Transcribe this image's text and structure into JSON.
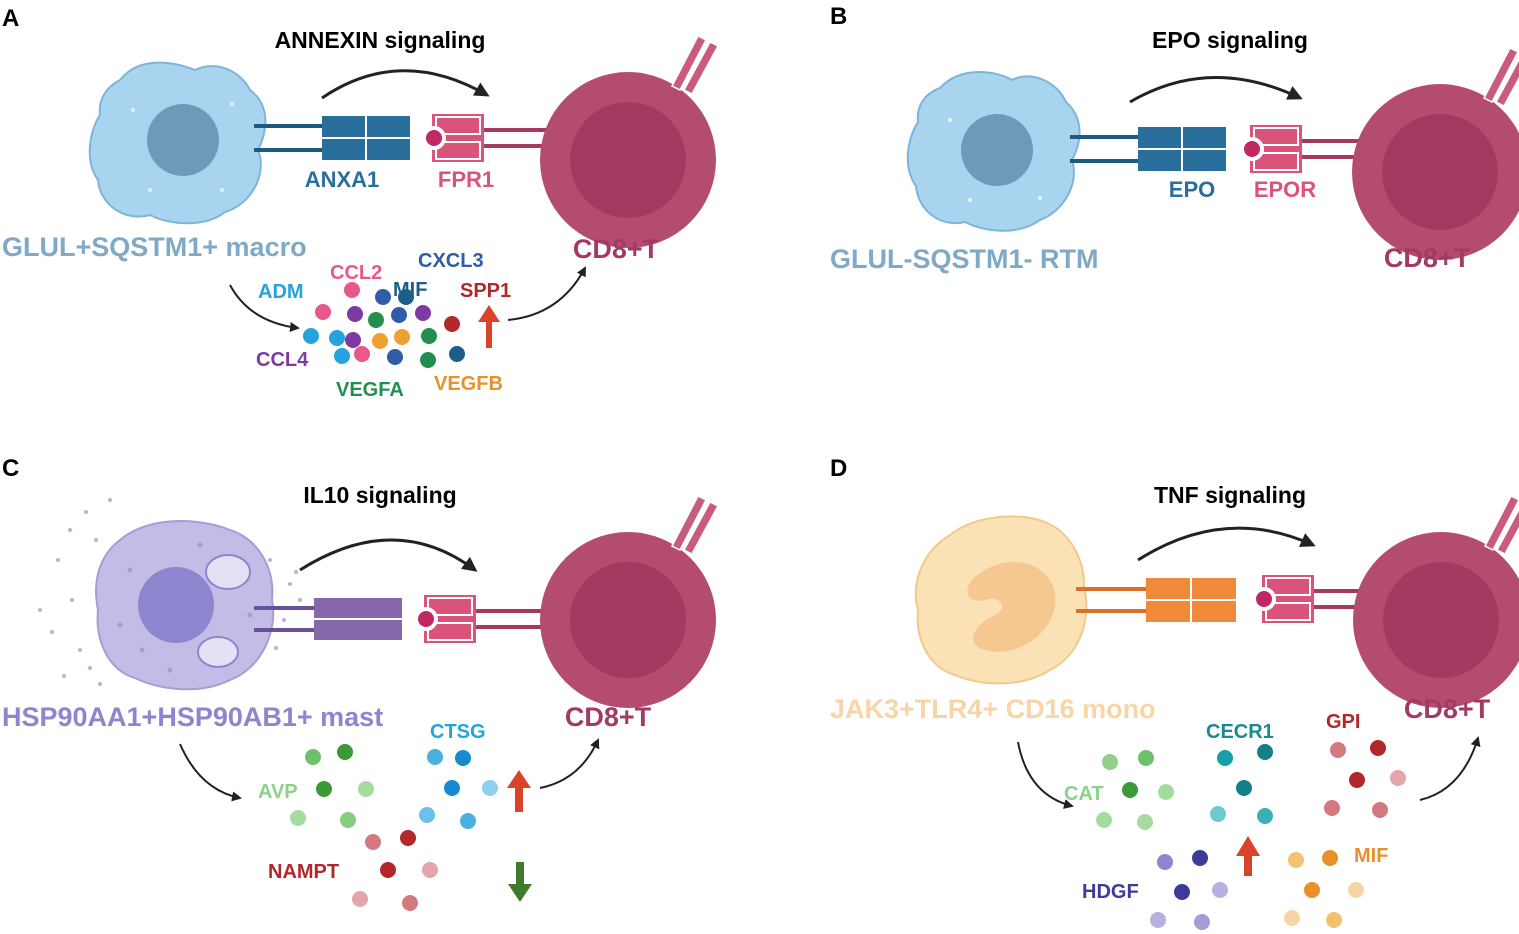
{
  "colors": {
    "macro": "#a9d4ef",
    "macro_nucleus": "#6c9ab8",
    "anxa": "#2a6f9b",
    "fpr": "#d9537a",
    "tcell": "#b34c6e",
    "tcell_inner": "#a33a62",
    "mast": "#c2bce6",
    "mast_nucleus": "#8c86cf",
    "mast_ligand": "#8667aa",
    "mono": "#fbe2b6",
    "mono_nucleus": "#f5c892",
    "tnf": "#ef8a3a",
    "up_arrow": "#d9432a",
    "down_arrow": "#3d7c2a"
  },
  "panels": {
    "a": {
      "letter": "A",
      "title": "ANNEXIN signaling",
      "sender": "GLUL+SQSTM1+ macro",
      "ligand": "ANXA1",
      "receptor": "FPR1",
      "target": "CD8+T",
      "factors": {
        "adm": "ADM",
        "ccl2": "CCL2",
        "cxcl3": "CXCL3",
        "mif": "MIF",
        "spp1": "SPP1",
        "ccl4": "CCL4",
        "vegfa": "VEGFA",
        "vegfb": "VEGFB"
      }
    },
    "b": {
      "letter": "B",
      "title": "EPO signaling",
      "sender": "GLUL-SQSTM1- RTM",
      "ligand": "EPO",
      "receptor": "EPOR",
      "target": "CD8+T"
    },
    "c": {
      "letter": "C",
      "title": "IL10 signaling",
      "sender": "HSP90AA1+HSP90AB1+ mast",
      "target": "CD8+T",
      "factors": {
        "ctsg": "CTSG",
        "avp": "AVP",
        "nampt": "NAMPT"
      }
    },
    "d": {
      "letter": "D",
      "title": "TNF signaling",
      "sender": "JAK3+TLR4+ CD16 mono",
      "target": "CD8+T",
      "factors": {
        "cecr1": "CECR1",
        "gpi": "GPI",
        "cat": "CAT",
        "mif": "MIF",
        "hdgf": "HDGF"
      }
    }
  }
}
